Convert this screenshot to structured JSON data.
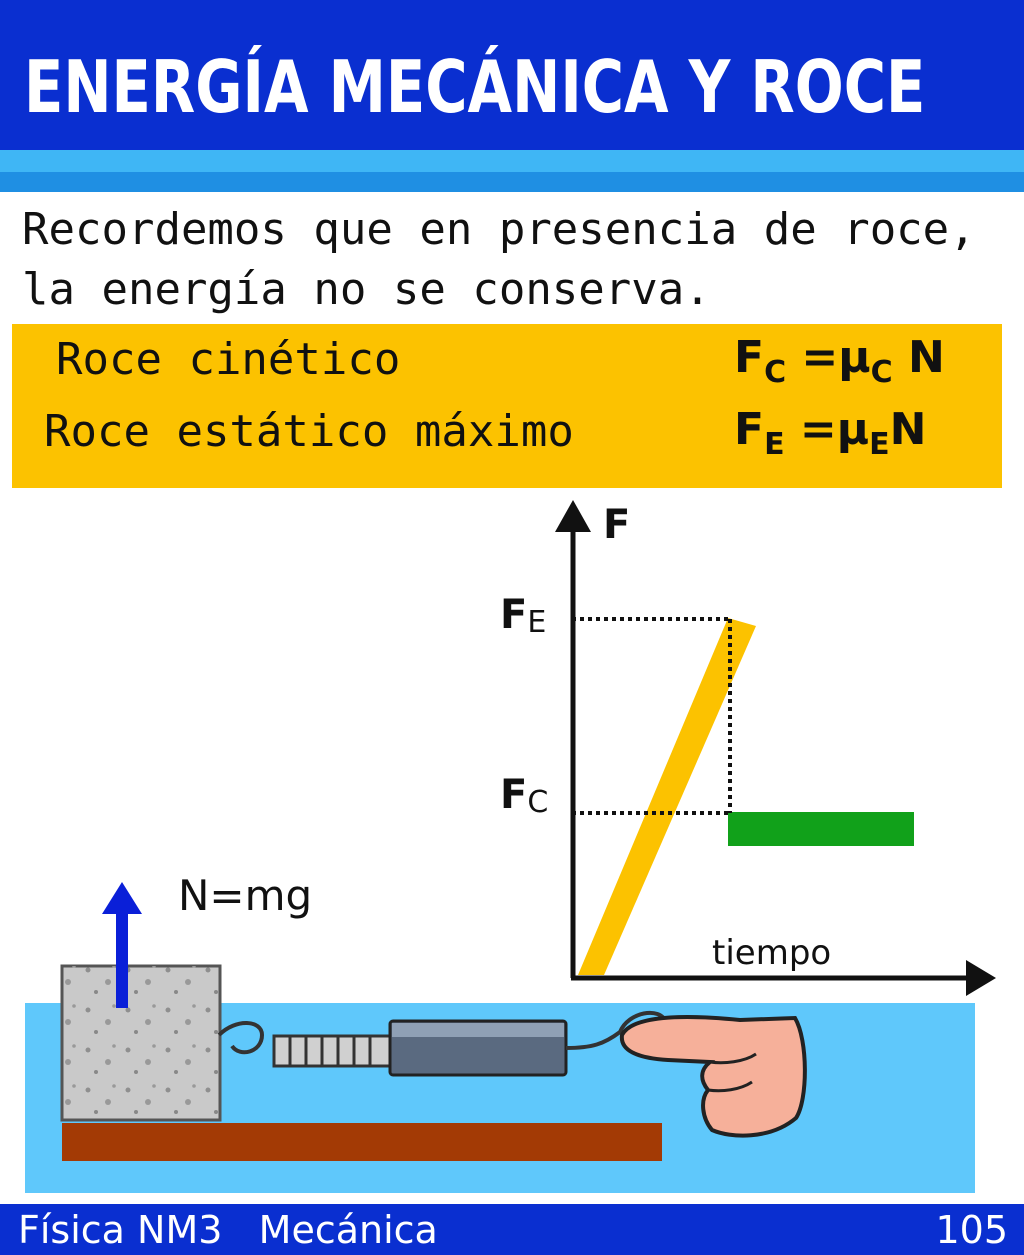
{
  "header": {
    "title": "ENERGÍA MECÁNICA Y ROCE"
  },
  "intro": {
    "line1": "Recordemos que en presencia de roce,",
    "line2": "la energía no se conserva."
  },
  "friction": {
    "kinetic_label": "Roce cinético",
    "kinetic_F": "F",
    "kinetic_F_sub": "C",
    "kinetic_eq": "=μ",
    "kinetic_mu_sub": "C",
    "kinetic_N": "N",
    "static_label": "Roce estático máximo",
    "static_F": "F",
    "static_F_sub": "E",
    "static_eq": "=μ",
    "static_mu_sub": "E",
    "static_N": "N"
  },
  "graph": {
    "y_axis_label": "F",
    "x_axis_label": "tiempo",
    "fe_label": "F",
    "fe_sub": "E",
    "fc_label": "F",
    "fc_sub": "C"
  },
  "scene": {
    "normal_label": "N=mg"
  },
  "footer": {
    "left": "Física NM3   Mecánica",
    "page": "105"
  },
  "colors": {
    "header_blue": "#0a2fd0",
    "box_yellow": "#fcc200",
    "static_line": "#fcc200",
    "kinetic_line": "#11a11a",
    "table_bg": "#5fc8fb",
    "floor_brown": "#a33a05",
    "arrow_blue": "#0a1fd8"
  }
}
